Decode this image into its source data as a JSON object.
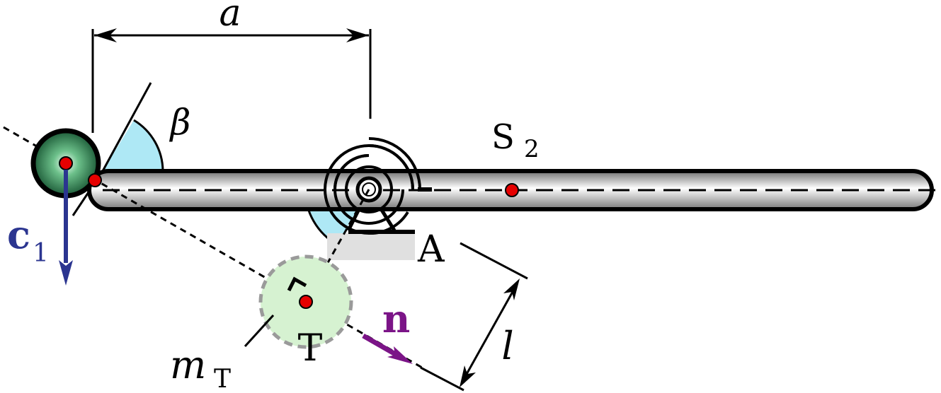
{
  "labels": {
    "a": "a",
    "beta": "β",
    "s": "S",
    "s_sub": "2",
    "c": "c",
    "c_sub": "1",
    "a_point": "A",
    "n": "n",
    "l": "l",
    "t": "T",
    "m": "m",
    "m_sub": "T"
  },
  "colors": {
    "rod_gradient": [
      "#ffffff",
      "#8a8a8a"
    ],
    "ball_green": "#2f8a55",
    "ball_green_dark": "#0f4a2a",
    "angle_fill": "#aee8f5",
    "point_red": "#e60000",
    "vector_c": "#2b3590",
    "vector_n": "#7b1487",
    "mass_fill": "#d6f2d1",
    "mass_stroke": "#9a9a9a",
    "support_gray": "#e0e0e0"
  }
}
